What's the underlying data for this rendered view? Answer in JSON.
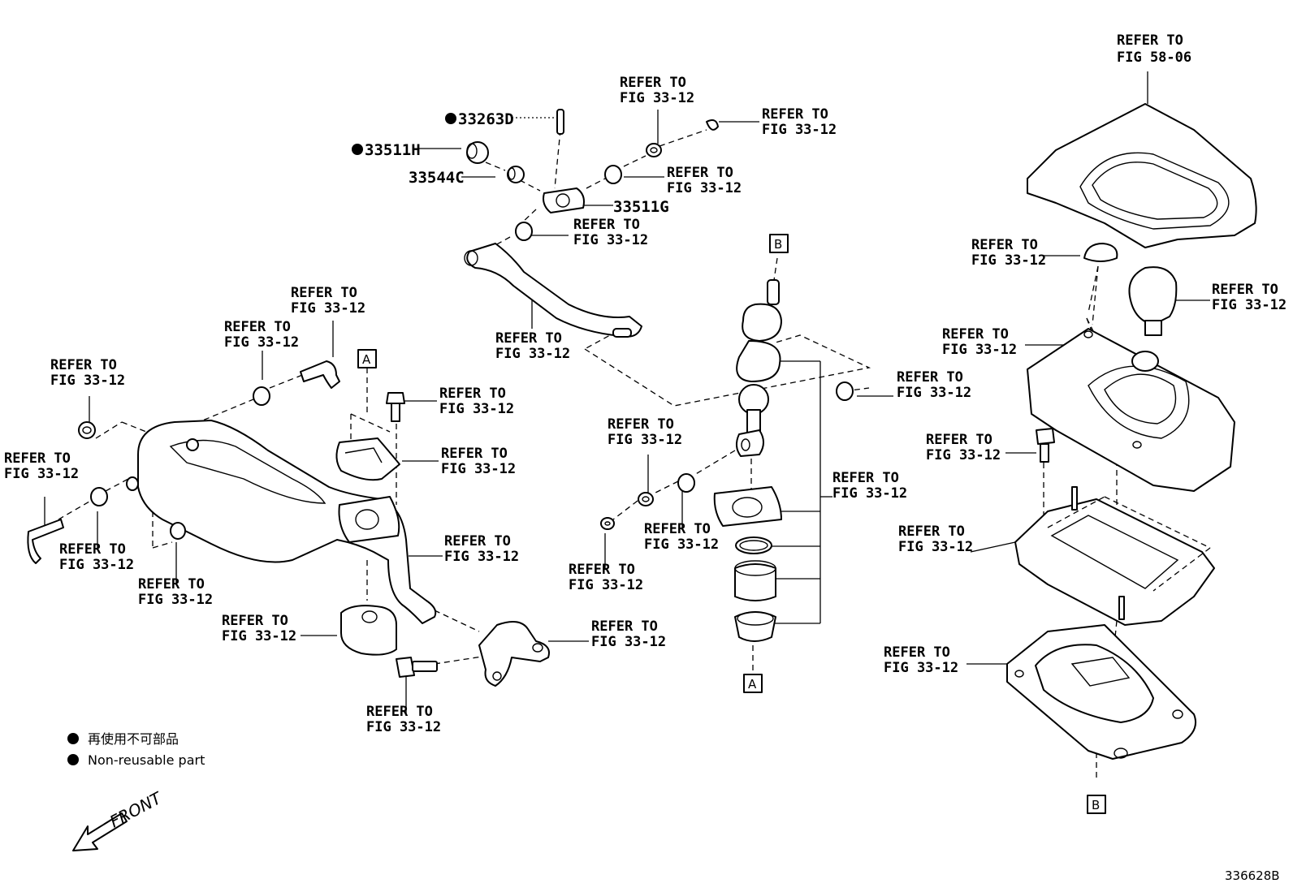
{
  "refer_line1": "REFER TO",
  "callouts": {
    "fig_58_06": "FIG 58-06",
    "fig_33_12": "FIG 33-12"
  },
  "part_numbers": {
    "p33263D": "33263D",
    "p33511H": "33511H",
    "p33544C": "33544C",
    "p33511G": "33511G"
  },
  "boxes": {
    "a": "A",
    "b": "B"
  },
  "legend": {
    "jp": "再使用不可部品",
    "en": "Non-reusable part"
  },
  "front": "FRONT",
  "diagram_number": "336628B",
  "colors": {
    "ink": "#000000",
    "paper": "#ffffff"
  }
}
